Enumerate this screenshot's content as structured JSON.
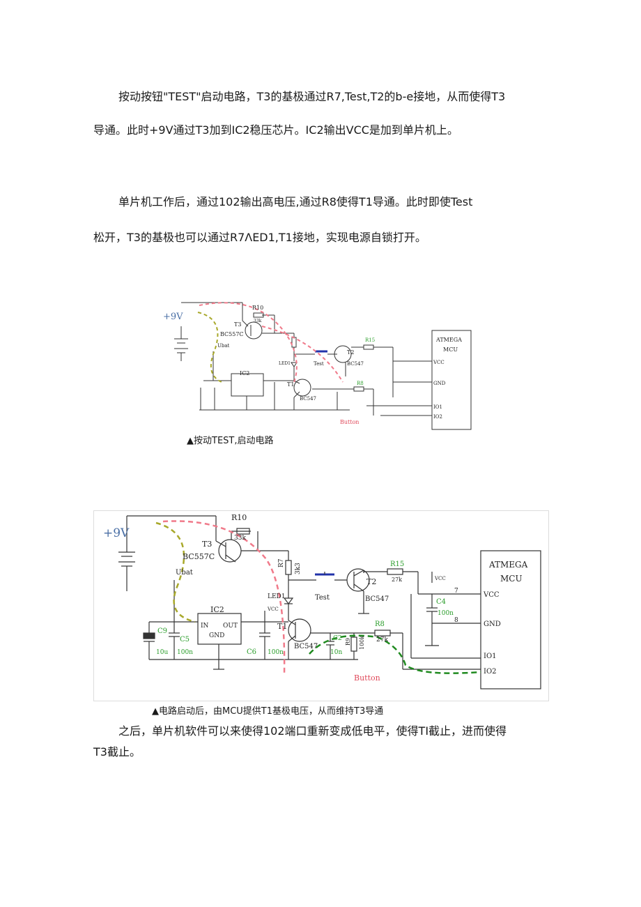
{
  "paragraphs": {
    "p1_line1": "按动按钮\"TEST\"启动电路，T3的基极通过R7,Test,T2的b-e接地，从而使得T3",
    "p1_line2": "导通。此时+9V通过T3加到IC2稳压芯片。IC2输出VCC是加到单片机上。",
    "p2_line1": "单片机工作后，通过102输出高电压,通过R8使得T1导通。此时即使Test",
    "p2_line2": "松开，T3的基极也可以通过R7ΛED1,T1接地，实现电源自锁打开。",
    "p3_line1": "之后，单片机软件可以来使得102端口重新变成低电平，使得TI截止，进而使得",
    "p3_line2": "T3截止。"
  },
  "captions": {
    "fig1": "▲按动TEST,启动电路",
    "fig2": "▲电路启动后，由MCU提供T1基极电压，从而维持T3导通"
  },
  "circuit": {
    "supply": "+9V",
    "ubat": "Ubat",
    "r10": "R10",
    "r10_val": "33k",
    "t3": "T3",
    "t3_type": "BC557C",
    "r7": "R7",
    "r7_val": "3k3",
    "led1": "LED1",
    "test": "Test",
    "t2": "T2",
    "t2_type": "BC547",
    "r15": "R15",
    "r15_val": "27k",
    "vcc_flag": "VCC",
    "c4": "C4",
    "c4_val": "100n",
    "mcu_line1": "ATMEGA",
    "mcu_line2": "MCU",
    "pin7": "7",
    "pin8": "8",
    "vcc_pin": "VCC",
    "gnd_pin": "GND",
    "io1": "IO1",
    "io2": "IO2",
    "ic2": "IC2",
    "ic2_in": "IN",
    "ic2_out": "OUT",
    "ic2_gnd": "GND",
    "c9": "C9",
    "c9_val": "10u",
    "c5": "C5",
    "c5_val": "100n",
    "c6": "C6",
    "c6_val": "100n",
    "t1": "T1",
    "t1_type": "BC547",
    "c2": "C2",
    "c2_val": "10n",
    "r9": "R9",
    "r9_val": "100k",
    "r8": "R8",
    "r8_val": "27k",
    "button": "Button"
  },
  "colors": {
    "green_label": "#2a9d2a",
    "red_label": "#e0495a",
    "path_red": "#f07a8a",
    "path_olive": "#a8a82a",
    "path_green": "#1f8a1f"
  }
}
